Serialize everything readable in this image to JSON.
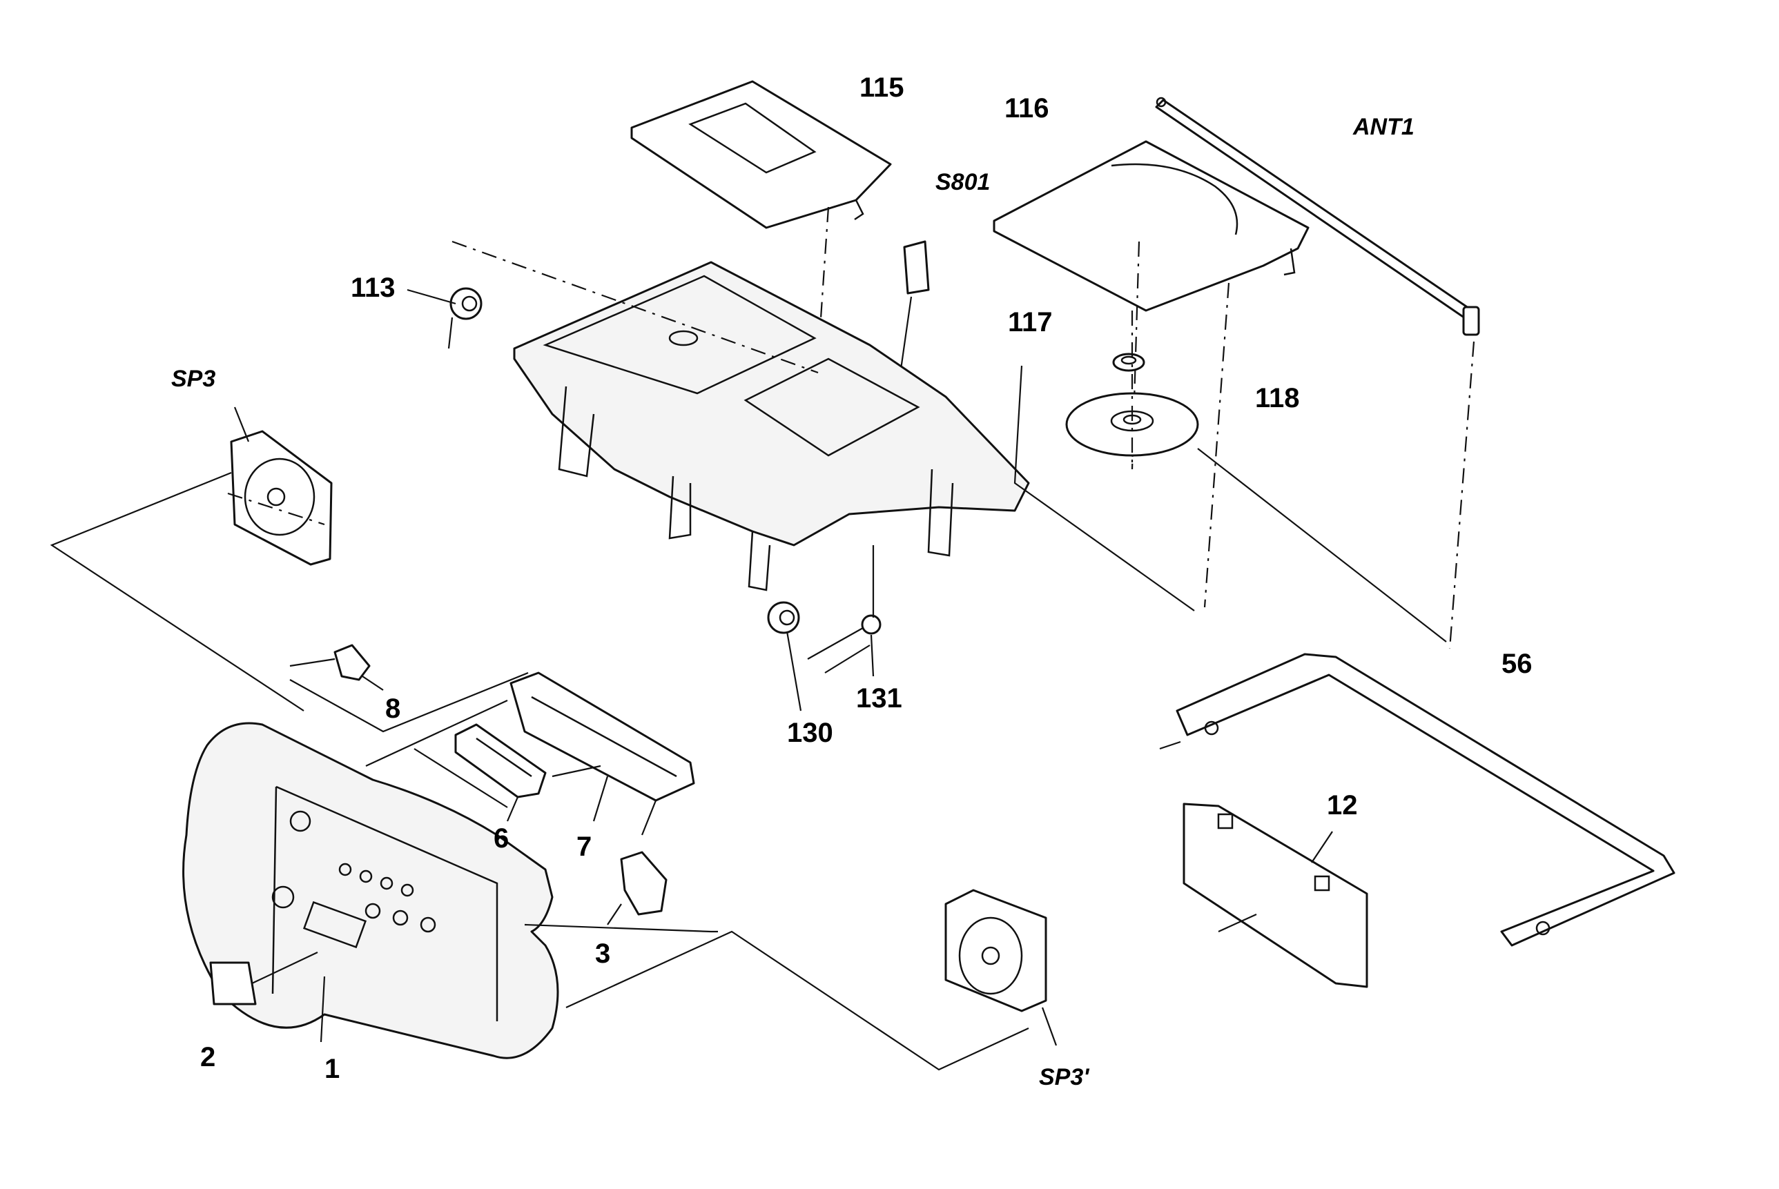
{
  "labels": {
    "p115": "115",
    "p116": "116",
    "ant1": "ANT1",
    "s801": "S801",
    "p113": "113",
    "sp3": "SP3",
    "p117": "117",
    "p118": "118",
    "p130": "130",
    "p131": "131",
    "p56": "56",
    "p8": "8",
    "p6": "6",
    "p7": "7",
    "p12": "12",
    "p3": "3",
    "p2": "2",
    "p1": "1",
    "sp3b": "SP3'"
  },
  "colors": {
    "ink": "#111111",
    "paper": "#ffffff"
  }
}
